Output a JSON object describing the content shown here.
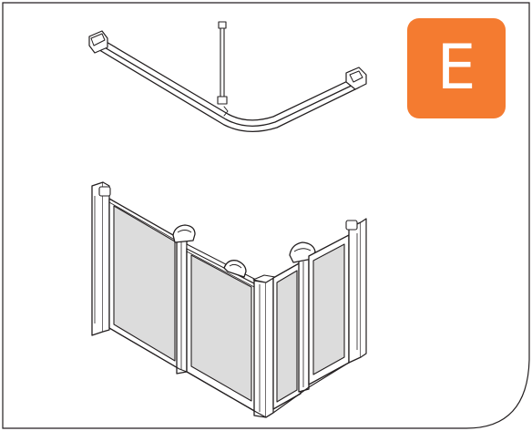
{
  "badge": {
    "letter": "E",
    "color": "#f47b30",
    "text_color": "#ffffff"
  },
  "illustrations": [
    {
      "name": "shower-curtain-rail",
      "description_icon": "curved-rail-icon"
    },
    {
      "name": "corner-screen-enclosure",
      "description_icon": "screen-panels-icon"
    }
  ],
  "colors": {
    "frame": "#231f20",
    "glass": "#dcdcdc",
    "profile": "#ffffff",
    "background": "#ffffff"
  }
}
